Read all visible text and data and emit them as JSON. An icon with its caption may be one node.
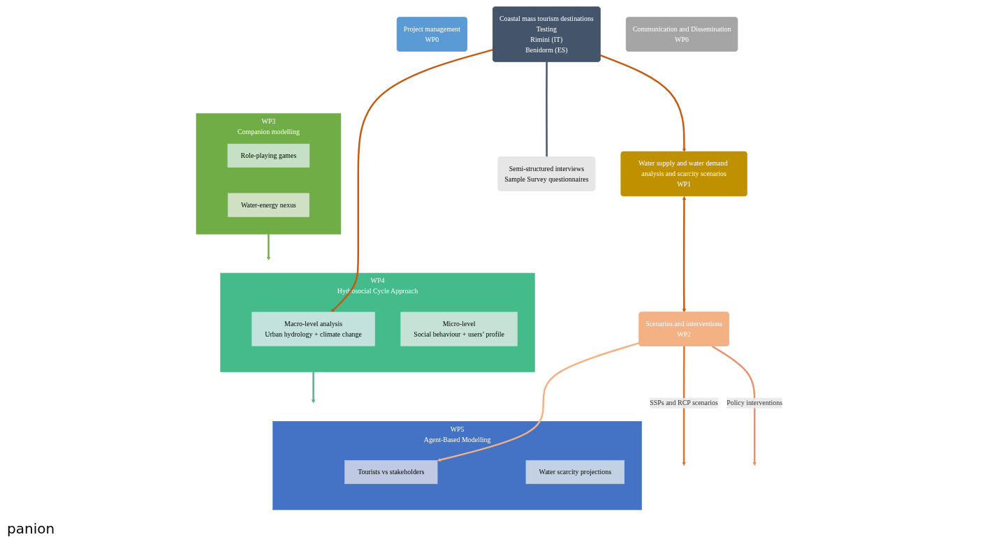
{
  "diagram": {
    "nodes": [
      {
        "text": [
          "Project management",
          "WP0"
        ]
      },
      {
        "text": [
          "Water supply and water demand analysis and scarcity scenarios",
          "WP1"
        ]
      },
      {
        "text": [
          "Coastal mass tourism destinations",
          "Testing",
          "Rimini (IT)",
          "Benidorm (ES)"
        ]
      },
      {
        "text": [
          "Semi-structured interviews",
          "Sample Survey questionnaires"
        ]
      },
      {
        "text": [
          "WP3",
          "Companion modelling"
        ]
      },
      {
        "text": [
          "Role-playing games"
        ],
        "in": 4
      },
      {
        "text": [
          "Water-energy nexus"
        ],
        "in": 4
      },
      {
        "text": [
          "WP4",
          "Hydrosocial Cycle Approach"
        ]
      },
      {
        "text": [
          "Macro-level analysis",
          "Urban hydrology + climate change"
        ],
        "in": 7
      },
      {
        "text": [
          "Micro-level",
          "Social behaviour + users’ profile"
        ],
        "in": 7
      },
      {
        "text": [
          "WP5",
          "Agent-Based Modelling"
        ]
      },
      {
        "text": [
          "Tourists vs stakeholders"
        ],
        "in": 10
      },
      {
        "text": [
          "Water scarcity projections"
        ],
        "in": 10
      },
      {
        "text": [
          "Scenarios and interventions",
          "WP2"
        ]
      },
      {
        "text": [
          "Communication and Dissemination",
          "WP6"
        ]
      }
    ],
    "edges": [
      {
        "from": 2,
        "to": 1,
        "arrow": "to",
        "color": "#c55a11"
      },
      {
        "from": 1,
        "to": 13,
        "arrow": "both",
        "color": "#c55a11"
      },
      {
        "from": 13,
        "to": null,
        "arrow": "to",
        "label": "SSPs and RCP scenarios",
        "color": "#d9732e"
      },
      {
        "from": 13,
        "to": null,
        "arrow": "to",
        "label": "Policy interventions",
        "color": "#e8916a"
      },
      {
        "from": 2,
        "to": 8,
        "arrow": "to",
        "color": "#c55a11"
      },
      {
        "from": 2,
        "to": 3,
        "arrow": "none",
        "color": "#44546a"
      },
      {
        "from": 4,
        "to": 7,
        "arrow": "to",
        "color": "#70ad47"
      },
      {
        "from": 7,
        "to": 10,
        "arrow": "to",
        "color": "#45bb8b"
      },
      {
        "from": 13,
        "to": 11,
        "arrow": "to",
        "color": "#f4b183"
      }
    ],
    "labels": [
      "panion"
    ]
  }
}
